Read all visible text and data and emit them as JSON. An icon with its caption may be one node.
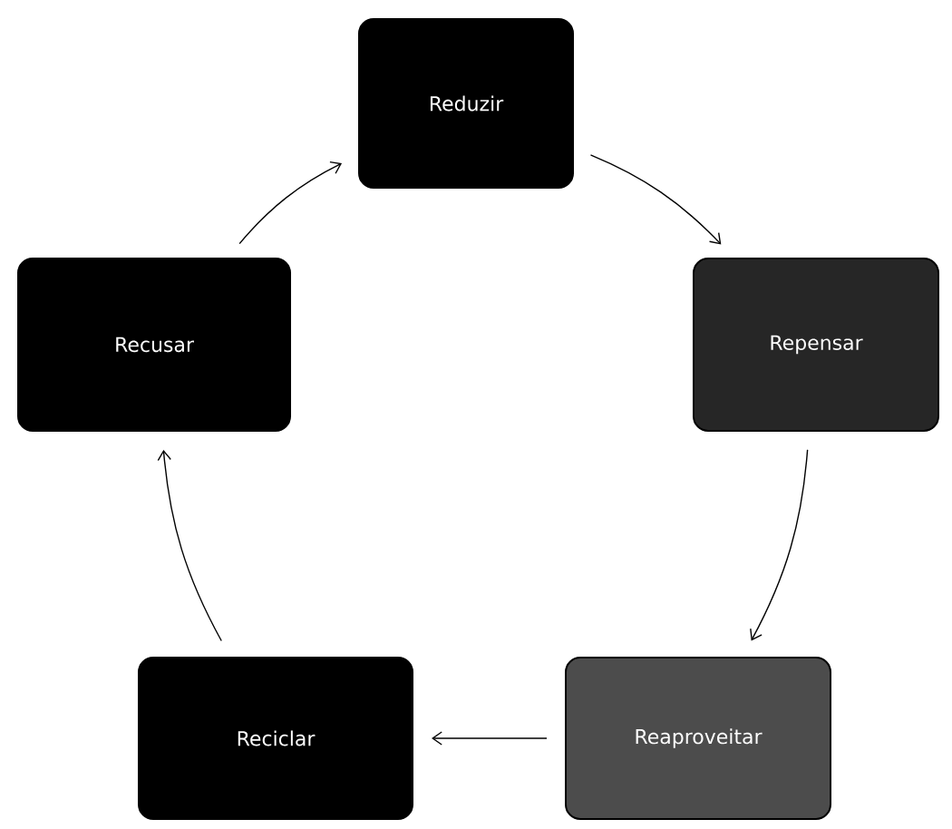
{
  "diagram": {
    "nodes": [
      {
        "text": [
          "Reduzir"
        ]
      },
      {
        "text": [
          "Repensar"
        ]
      },
      {
        "text": [
          "Reaproveitar"
        ]
      },
      {
        "text": [
          "Reciclar"
        ]
      },
      {
        "text": [
          "Recusar"
        ]
      }
    ],
    "edges": [
      {
        "from": 0,
        "to": 1,
        "arrow": "to"
      },
      {
        "from": 1,
        "to": 2,
        "arrow": "to"
      },
      {
        "from": 2,
        "to": 3,
        "arrow": "to"
      },
      {
        "from": 3,
        "to": 4,
        "arrow": "to"
      },
      {
        "from": 4,
        "to": 0,
        "arrow": "to"
      }
    ]
  }
}
